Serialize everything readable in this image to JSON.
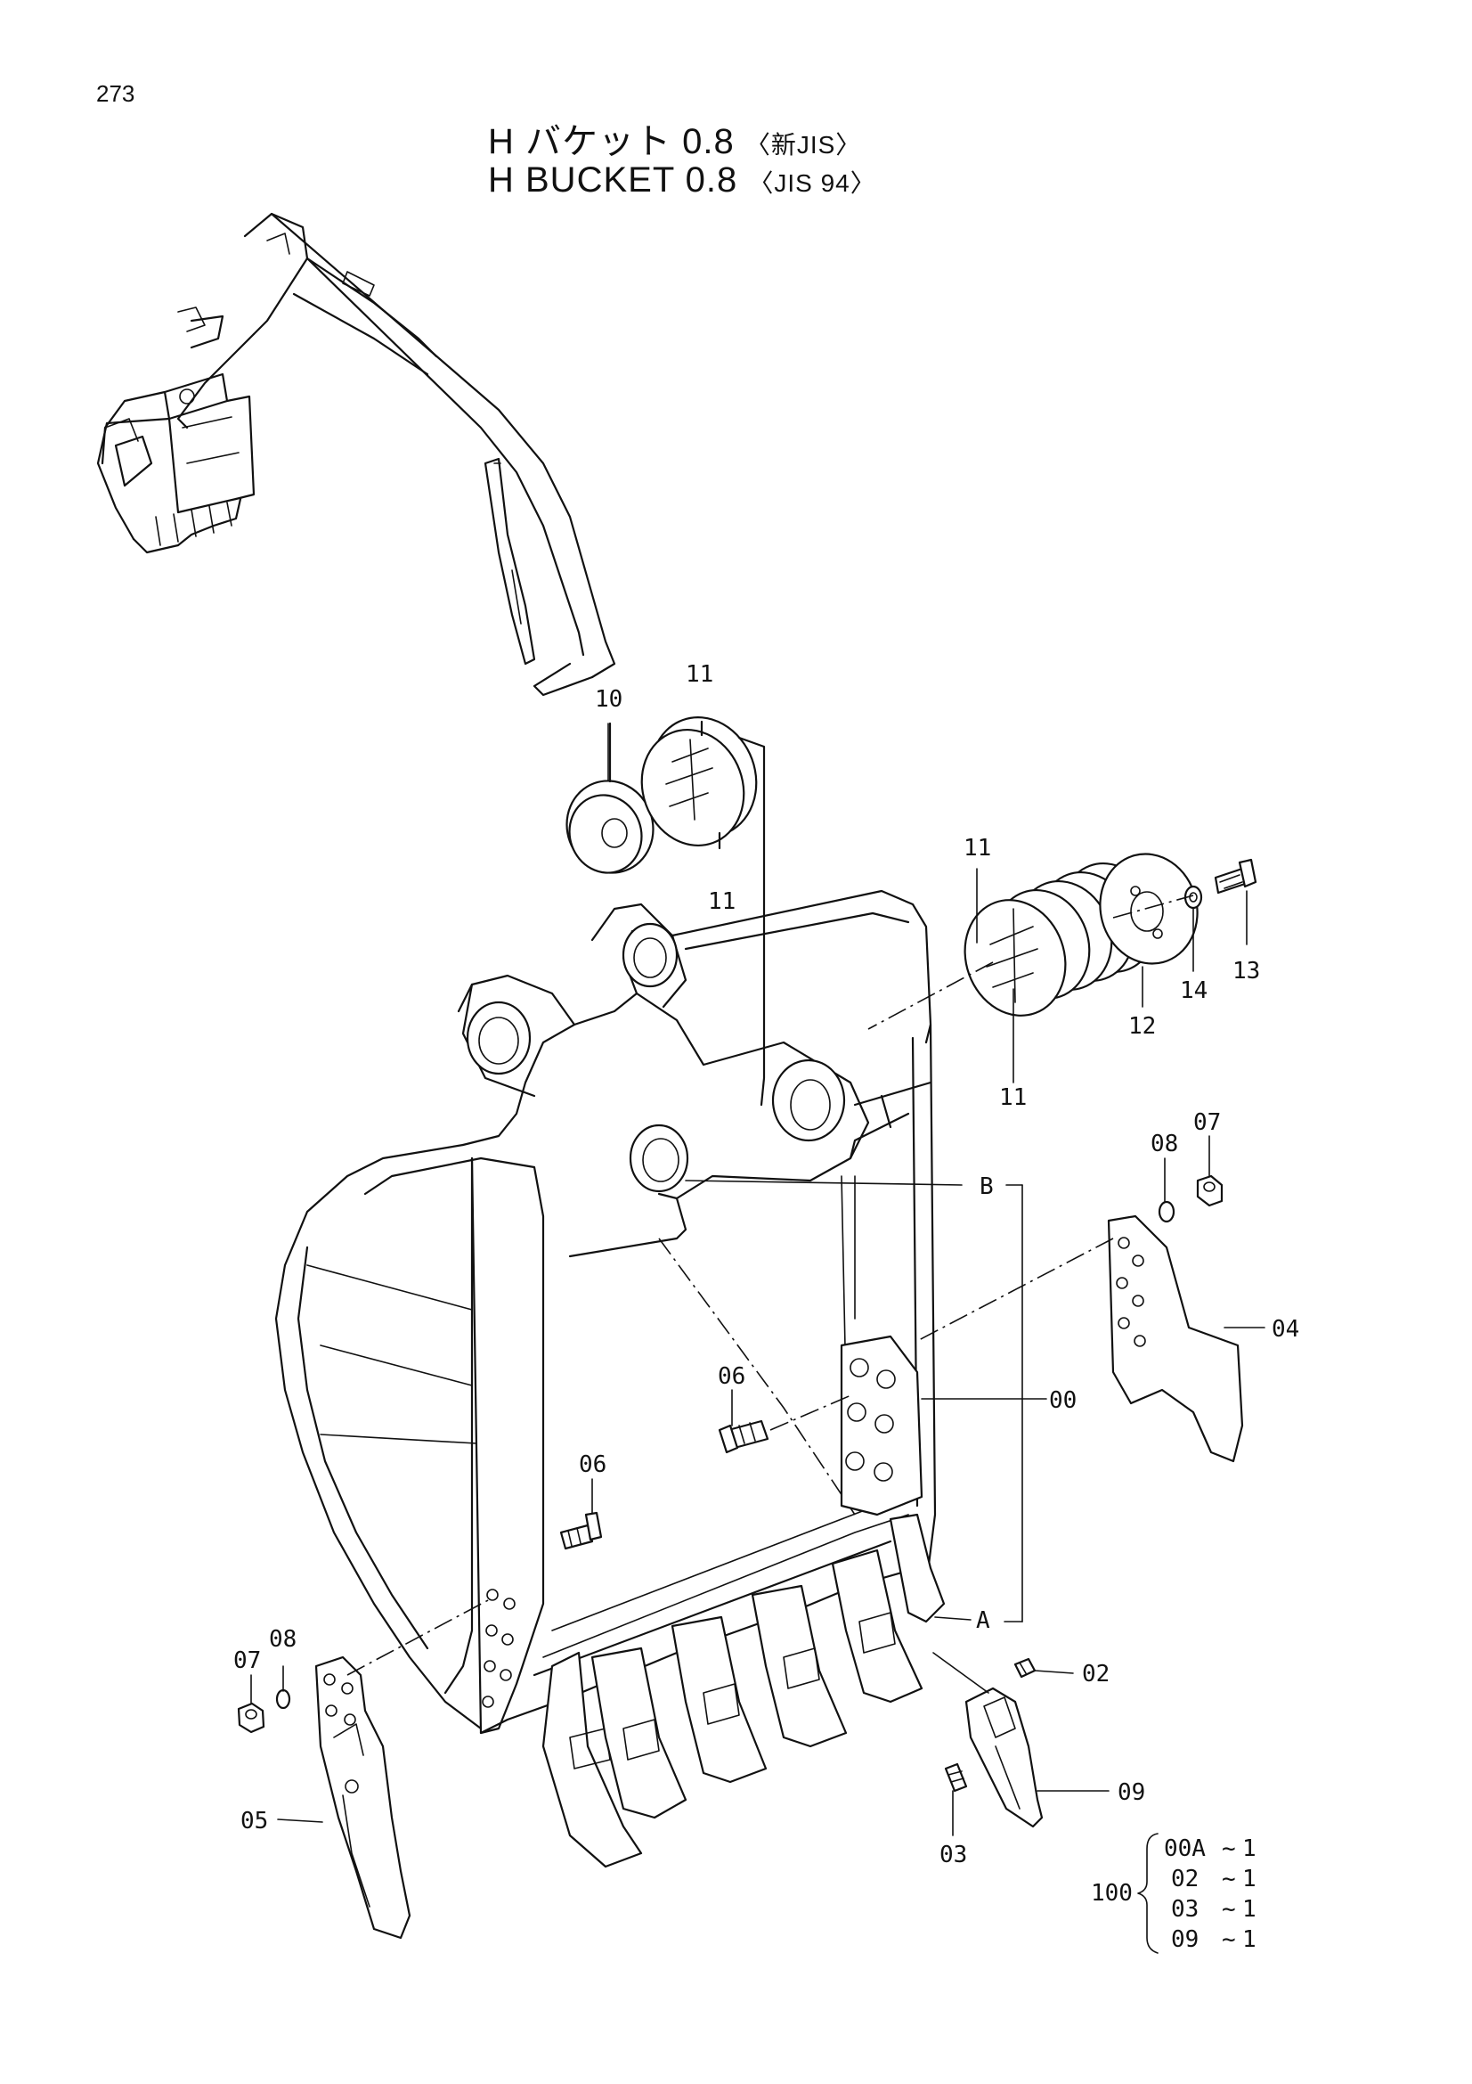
{
  "page_number": "273",
  "title_jp": {
    "main": "H バケット 0.8",
    "spec": "〈新JIS〉"
  },
  "title_en": {
    "main": "H BUCKET 0.8",
    "spec": "〈JIS 94〉"
  },
  "callouts": {
    "c10": "10",
    "c11_top": "11",
    "c11_lower": "11",
    "c11_right_top": "11",
    "c11_right_bottom": "11",
    "c12": "12",
    "c13": "13",
    "c14": "14",
    "c07_right": "07",
    "c08_right": "08",
    "c04": "04",
    "c00": "00",
    "c06_mid": "06",
    "c06_left": "06",
    "c07_left": "07",
    "c08_left": "08",
    "c05": "05",
    "c02": "02",
    "c09": "09",
    "c03": "03",
    "ref_a": "A",
    "ref_b": "B"
  },
  "kit": {
    "number": "100",
    "items": [
      {
        "part": "00A",
        "sep": "~",
        "qty": "1"
      },
      {
        "part": "02",
        "sep": "~",
        "qty": "1"
      },
      {
        "part": "03",
        "sep": "~",
        "qty": "1"
      },
      {
        "part": "09",
        "sep": "~",
        "qty": "1"
      }
    ]
  }
}
